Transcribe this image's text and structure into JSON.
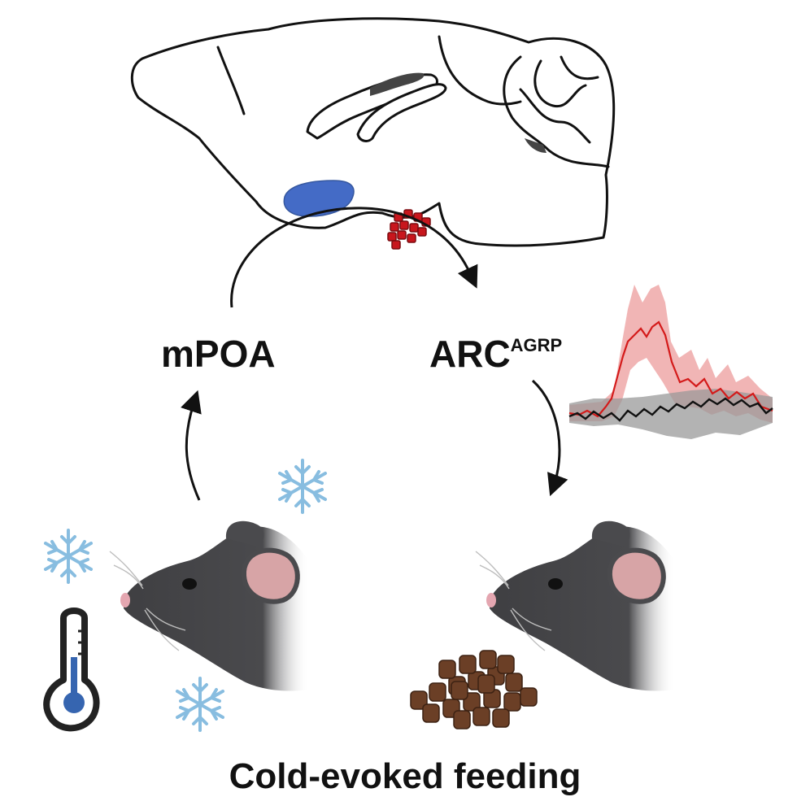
{
  "labels": {
    "mpoa": "mPOA",
    "arc_main": "ARC",
    "arc_super": "AGRP",
    "caption": "Cold-evoked feeding"
  },
  "colors": {
    "outline": "#111111",
    "mpoa_region": "#3b64c4",
    "arc_neurons": "#c8161d",
    "trace_red": "#d41a1a",
    "trace_red_band": "#eea3a3",
    "trace_black": "#111111",
    "trace_grey_band": "#9a9a9a",
    "mouse_body": "#3f3f42",
    "mouse_ear": "#e9b3b3",
    "snowflake": "#88bde0",
    "thermometer_fill": "#3665b0",
    "food_pellet": "#6b3f26"
  },
  "icons": [
    "brain-sagittal-outline",
    "snowflake-icon",
    "thermometer-icon",
    "mouse-illustration",
    "food-pellets",
    "activity-trace"
  ]
}
